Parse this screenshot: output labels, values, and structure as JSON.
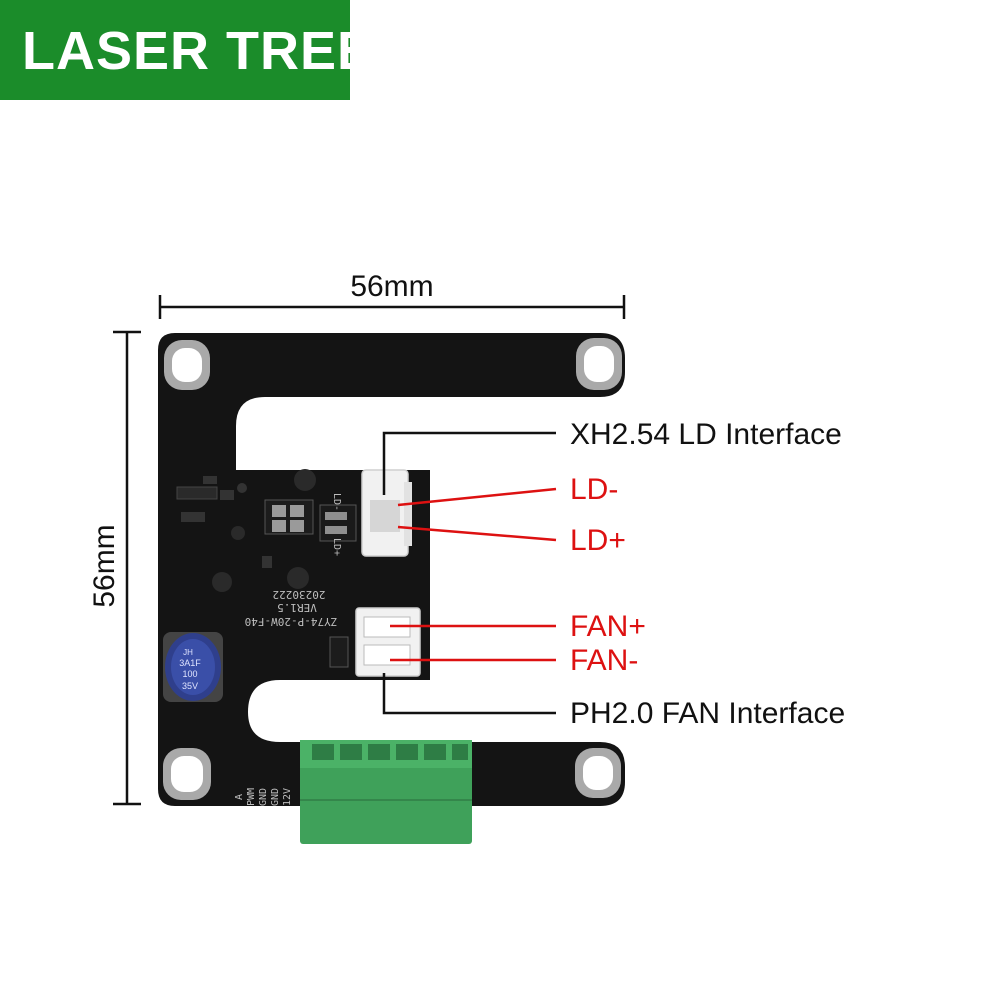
{
  "brand": {
    "logo_text": "LASER TREE",
    "background_color": "#1b8c2a",
    "text_color": "#ffffff"
  },
  "dimensions": {
    "width_label": "56mm",
    "height_label": "56mm"
  },
  "callouts": {
    "ld_interface": "XH2.54 LD Interface",
    "ld_minus": "LD-",
    "ld_plus": "LD+",
    "fan_plus": "FAN+",
    "fan_minus": "FAN-",
    "fan_interface": "PH2.0 FAN Interface"
  },
  "colors": {
    "callout_black": "#111111",
    "callout_red": "#dd1111",
    "pcb": "#141414",
    "terminal": "#3fa15a"
  },
  "board": {
    "silkscreen": {
      "model": "ZY74-P-20W-F40",
      "version": "VER1.5",
      "date": "20230222",
      "ld_minus": "LD-",
      "ld_plus": "LD+",
      "pin_a": "A",
      "pin_pwm": "PWM",
      "pin_gnd1": "GND",
      "pin_gnd2": "GND",
      "pin_12v": "12V"
    },
    "capacitor": {
      "brand": "JH",
      "code": "3A1F",
      "value": "100",
      "voltage": "35V"
    }
  }
}
